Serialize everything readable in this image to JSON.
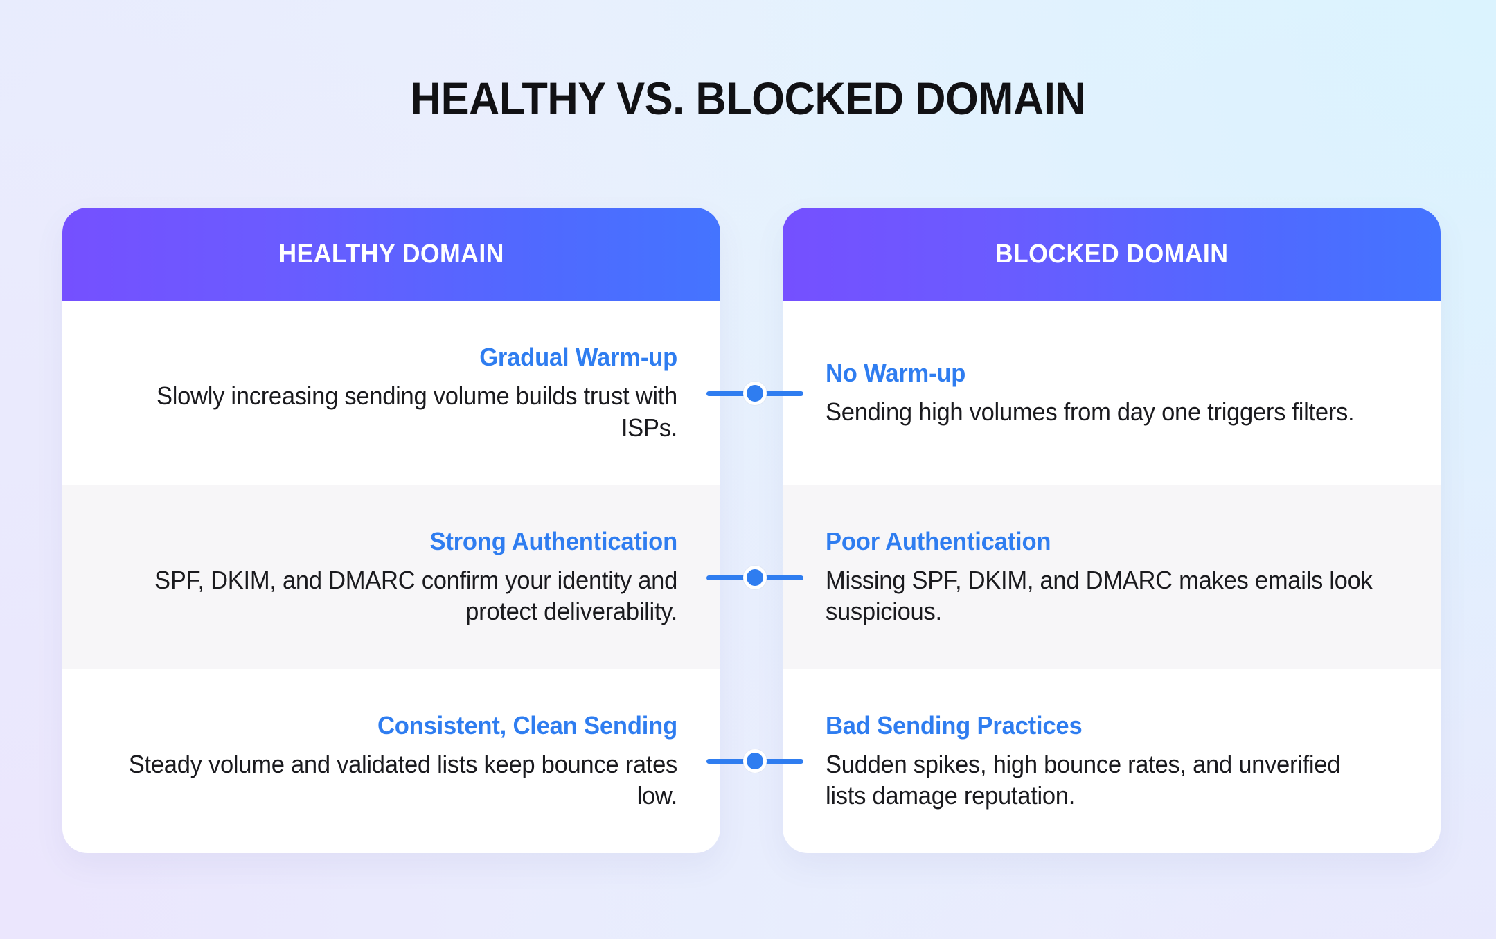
{
  "page": {
    "title": "HEALTHY VS. BLOCKED DOMAIN",
    "background_start": "#E8EDFD",
    "background_end": "#EFECFD"
  },
  "theme": {
    "header_gradient_start": "#7550FF",
    "header_gradient_end": "#4474FF",
    "accent_blue": "#2F7DF0",
    "body_text": "#1A1A1E",
    "card_background": "#FFFFFF",
    "row_alt_background": "#F7F6F8"
  },
  "columns": [
    {
      "id": "healthy",
      "header": "HEALTHY DOMAIN",
      "align": "right",
      "rows": [
        {
          "heading": "Gradual Warm-up",
          "body": "Slowly increasing sending volume builds trust with ISPs."
        },
        {
          "heading": "Strong Authentication",
          "body": "SPF, DKIM, and DMARC confirm your identity and protect deliverability."
        },
        {
          "heading": "Consistent, Clean Sending",
          "body": "Steady volume and validated lists keep bounce rates low."
        }
      ]
    },
    {
      "id": "blocked",
      "header": "BLOCKED DOMAIN",
      "align": "left",
      "rows": [
        {
          "heading": "No Warm-up",
          "body": "Sending high volumes from day one triggers filters."
        },
        {
          "heading": "Poor Authentication",
          "body": "Missing SPF, DKIM, and DMARC makes emails look suspicious."
        },
        {
          "heading": "Bad Sending Practices",
          "body": "Sudden spikes, high bounce rates, and unverified lists damage reputation."
        }
      ]
    }
  ],
  "connectors": [
    {
      "name": "connector-row-1"
    },
    {
      "name": "connector-row-2"
    },
    {
      "name": "connector-row-3"
    }
  ]
}
